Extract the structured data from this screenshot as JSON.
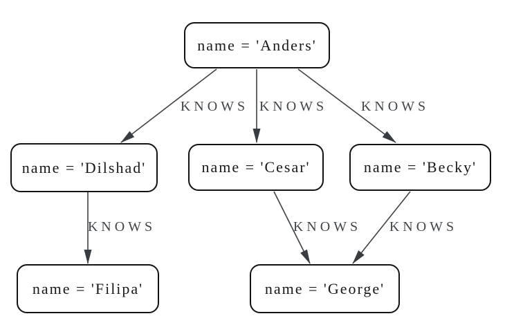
{
  "diagram": {
    "type": "directed-graph",
    "relationship_type": "KNOWS",
    "colors": {
      "background": "#ffffff",
      "node_border": "#121212",
      "node_text": "#17181a",
      "edge": "#3e4347",
      "edge_label": "#41464b"
    },
    "nodes": [
      {
        "id": "anders",
        "label": "name = 'Anders'"
      },
      {
        "id": "dilshad",
        "label": "name = 'Dilshad'"
      },
      {
        "id": "cesar",
        "label": "name = 'Cesar'"
      },
      {
        "id": "becky",
        "label": "name = 'Becky'"
      },
      {
        "id": "filipa",
        "label": "name = 'Filipa'"
      },
      {
        "id": "george",
        "label": "name = 'George'"
      }
    ],
    "edges": [
      {
        "from": "anders",
        "to": "dilshad",
        "label": "KNOWS"
      },
      {
        "from": "anders",
        "to": "cesar",
        "label": "KNOWS"
      },
      {
        "from": "anders",
        "to": "becky",
        "label": "KNOWS"
      },
      {
        "from": "dilshad",
        "to": "filipa",
        "label": "KNOWS"
      },
      {
        "from": "cesar",
        "to": "george",
        "label": "KNOWS"
      },
      {
        "from": "becky",
        "to": "george",
        "label": "KNOWS"
      }
    ]
  }
}
